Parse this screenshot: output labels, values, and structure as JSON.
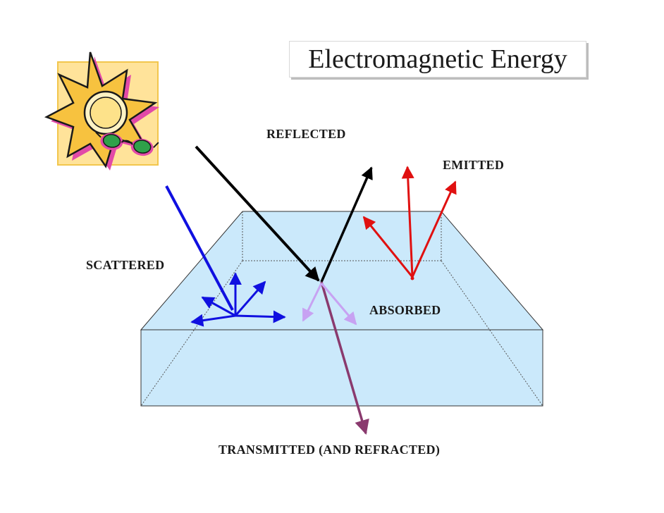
{
  "title": "Electromagnetic Energy",
  "labels": {
    "reflected": "REFLECTED",
    "emitted": "EMITTED",
    "scattered": "SCATTERED",
    "absorbed": "ABSORBED",
    "transmitted": "TRANSMITTED (AND REFRACTED)"
  },
  "icons": {
    "sun": "sun-with-sunglasses-icon"
  },
  "colors": {
    "block_fill": "#cbe9fb",
    "block_stroke": "#333333",
    "incident": "#000000",
    "reflected": "#000000",
    "scattered": "#1010e0",
    "emitted": "#e01010",
    "absorbed": "#c7a2f2",
    "transmitted": "#8a3a6e",
    "sun_body": "#f7d36a",
    "sun_frame": "#ffe39a"
  }
}
